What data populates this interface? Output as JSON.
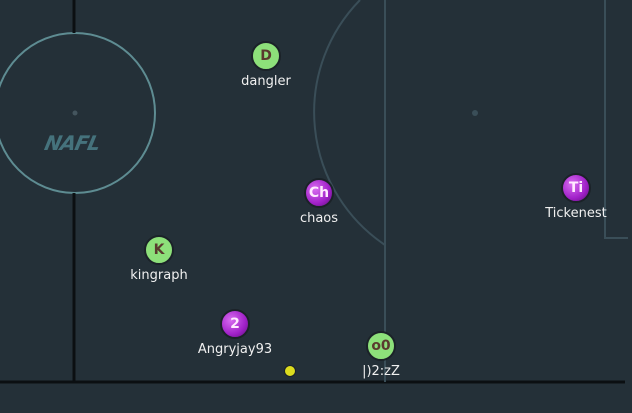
{
  "colors": {
    "background": "#243038",
    "line_dark": "#0b0f12",
    "line_light": "#3a4e58",
    "circle_teal": "#5e8c92",
    "team_green": "#8de07a",
    "team_purple": "#a020c8",
    "ball": "#dcdc1e"
  },
  "logo": {
    "text": "NAFL"
  },
  "players": [
    {
      "id": "dangler",
      "initials": "D",
      "name": "dangler",
      "team": "green"
    },
    {
      "id": "chaos",
      "initials": "Ch",
      "name": "chaos",
      "team": "purple"
    },
    {
      "id": "tickenest",
      "initials": "Ti",
      "name": "Tickenest",
      "team": "purple"
    },
    {
      "id": "kingraph",
      "initials": "K",
      "name": "kingraph",
      "team": "green"
    },
    {
      "id": "angryjay93",
      "initials": "2",
      "name": "Angryjay93",
      "team": "purple"
    },
    {
      "id": "dzz",
      "initials": "o0",
      "name": "|)2:zZ",
      "team": "green"
    }
  ]
}
